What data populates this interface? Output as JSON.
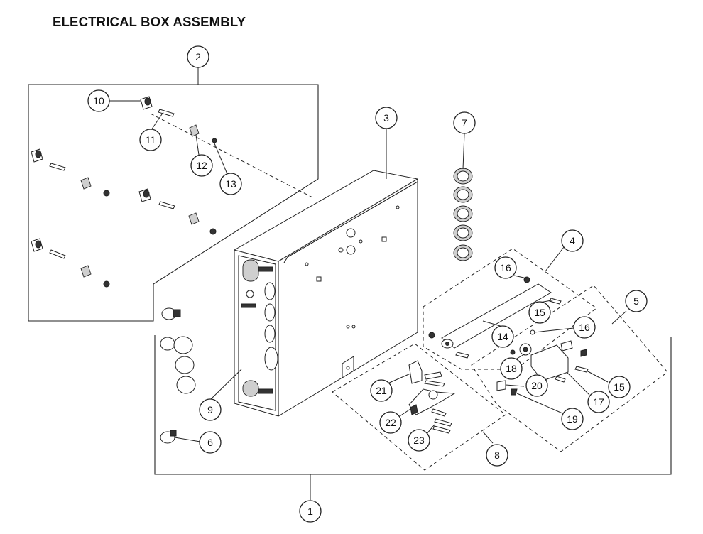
{
  "title": "ELECTRICAL BOX  ASSEMBLY",
  "callouts": {
    "c1": "1",
    "c2": "2",
    "c3": "3",
    "c4": "4",
    "c5": "5",
    "c6": "6",
    "c7": "7",
    "c8": "8",
    "c9": "9",
    "c10": "10",
    "c11": "11",
    "c12": "12",
    "c13": "13",
    "c14": "14",
    "c15a": "15",
    "c15b": "15",
    "c16a": "16",
    "c16b": "16",
    "c17": "17",
    "c18": "18",
    "c19": "19",
    "c20": "20",
    "c21": "21",
    "c22": "22",
    "c23": "23"
  },
  "colors": {
    "line": "#222222",
    "background": "#ffffff"
  }
}
